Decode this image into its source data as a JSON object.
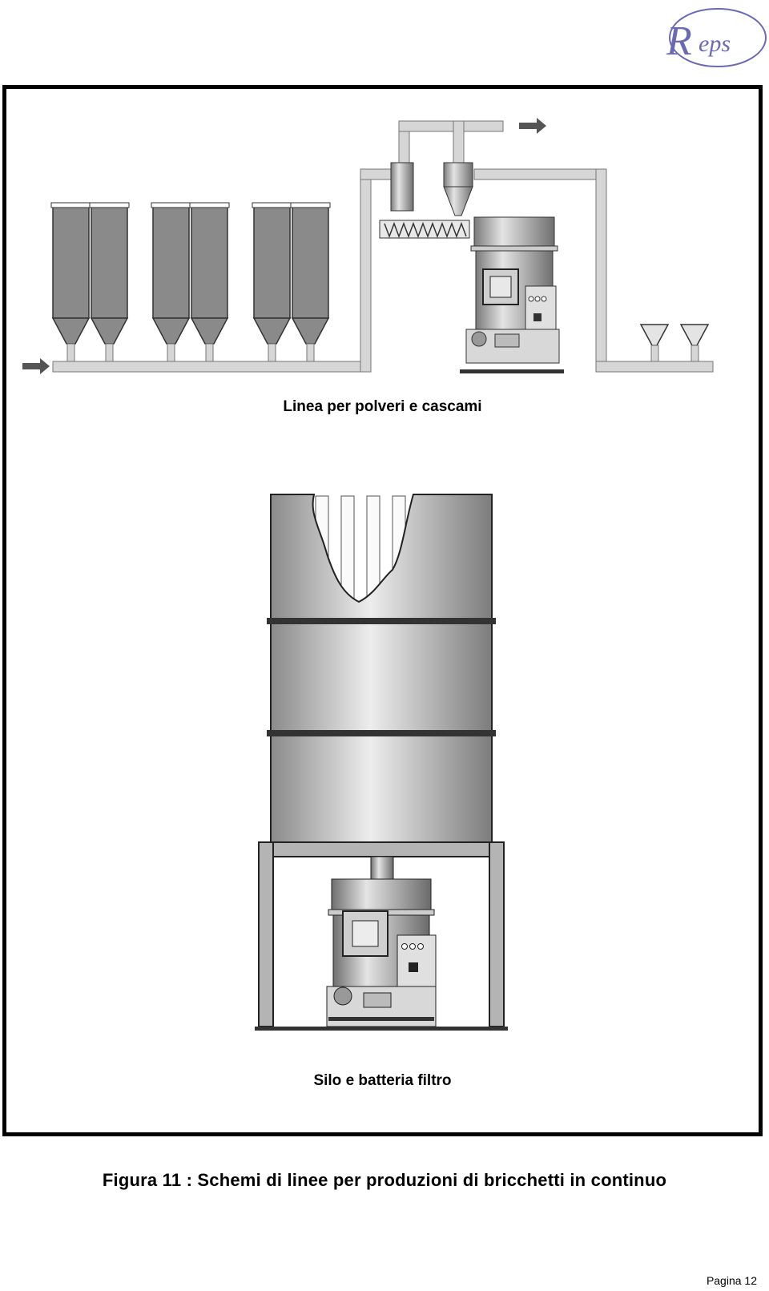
{
  "logo": {
    "text": "Reps"
  },
  "diagram1": {
    "caption": "Linea per polveri e cascami"
  },
  "diagram2": {
    "caption": "Silo e batteria filtro"
  },
  "figure": {
    "caption": "Figura 11 : Schemi di linee per produzioni di bricchetti in continuo"
  },
  "footer": {
    "page": "Pagina 12"
  },
  "colors": {
    "frame": "#000000",
    "pipe": "#d6d6d6",
    "hopper": "#8a8a8a",
    "metal": "#a8a8a8",
    "logo": "#6a6ab0"
  }
}
